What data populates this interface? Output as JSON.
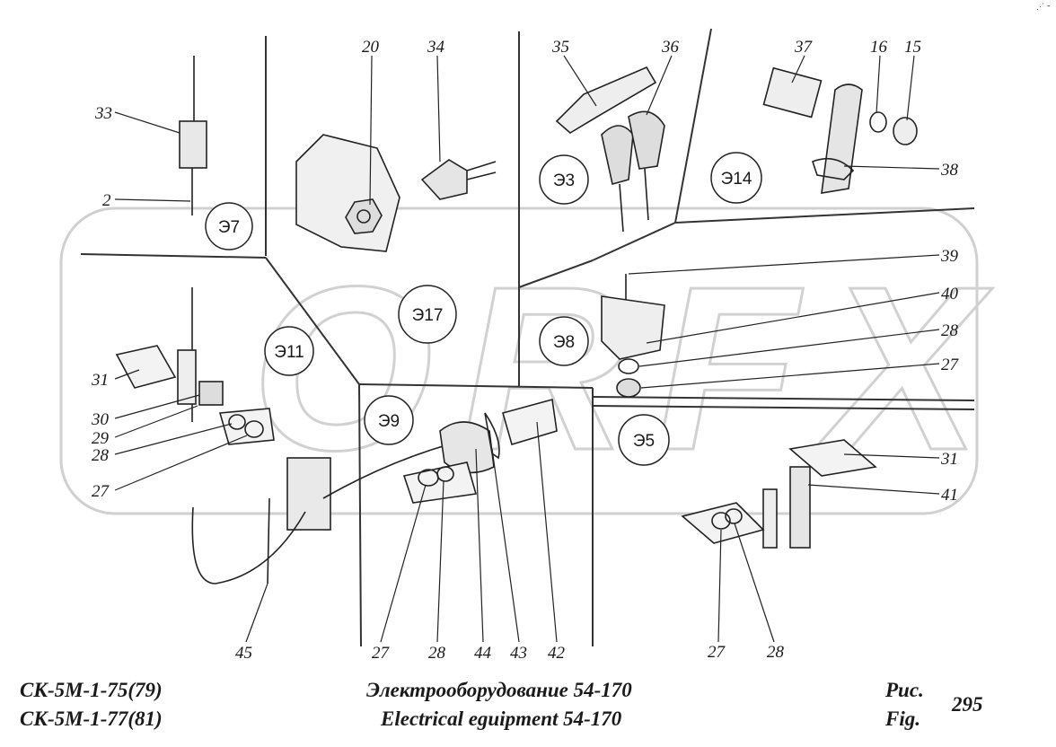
{
  "watermark": "ORFX",
  "part_labels": [
    "33",
    "2",
    "20",
    "34",
    "35",
    "36",
    "37",
    "16",
    "15",
    "38",
    "39",
    "40",
    "28",
    "27",
    "31",
    "30",
    "29",
    "28",
    "27",
    "31",
    "41",
    "27",
    "28",
    "45",
    "27",
    "28",
    "44",
    "43",
    "42"
  ],
  "zones": [
    "Э7",
    "Э3",
    "Э14",
    "Э17",
    "Э11",
    "Э8",
    "Э9",
    "Э5"
  ],
  "footer": {
    "model_line1": "СК-5М-1-75(79)",
    "model_line2": "СК-5М-1-77(81)",
    "title_ru": "Электрооборудование 54-170",
    "title_en": "Electrical eguipment 54-170",
    "fig_ru": "Рис.",
    "fig_en": "Fig.",
    "fig_number": "295"
  }
}
